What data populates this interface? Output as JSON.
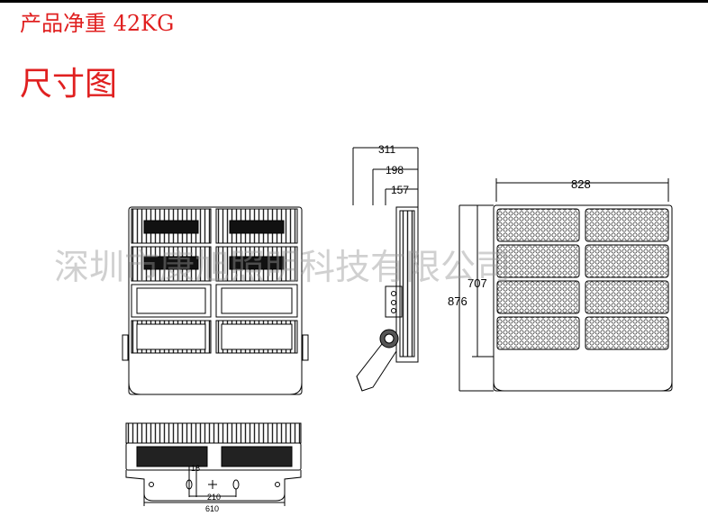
{
  "header": {
    "net_weight": "产品净重 42KG",
    "section_title": "尺寸图"
  },
  "watermark": "深圳市康旭照明科技有限公司",
  "dimensions": {
    "side_total": "311",
    "side_mid": "198",
    "side_inner": "157",
    "width_right": "828",
    "height_inner": "707",
    "height_total": "876",
    "bracket_gap": "18",
    "bracket_hole": "210",
    "bracket_span": "610"
  }
}
